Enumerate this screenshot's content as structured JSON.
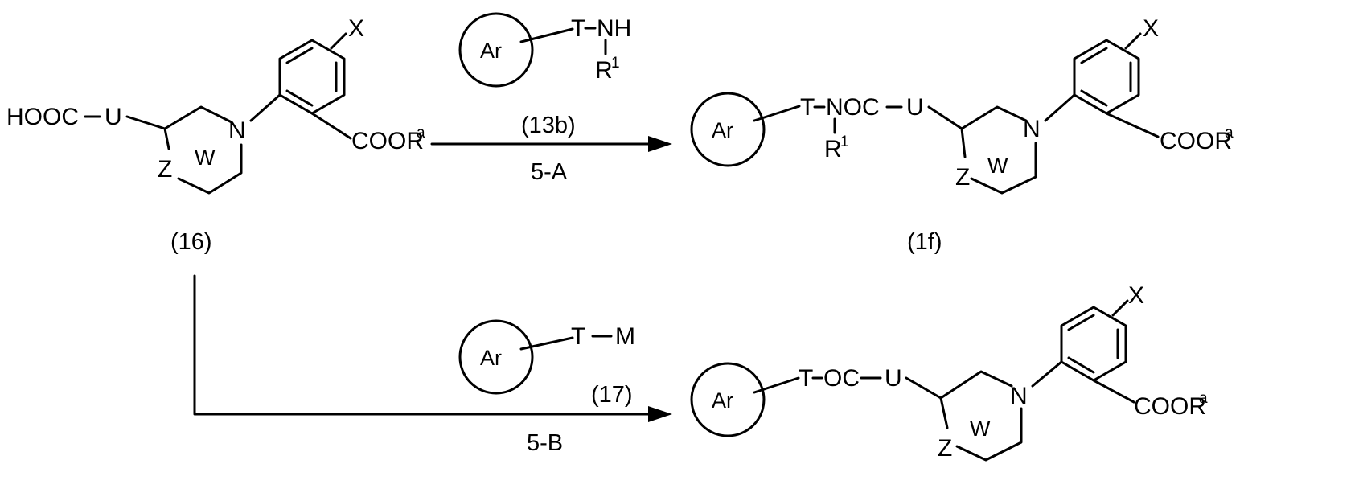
{
  "compound_16": {
    "acid": "HOOC",
    "dash": "–",
    "u": "U",
    "n": "N",
    "z": "Z",
    "w": "W",
    "x": "X",
    "ester": "COOR",
    "ester_sup": "a",
    "label": "(16)"
  },
  "reagent_13b": {
    "ar": "Ar",
    "t": "T",
    "nh": "NH",
    "r": "R",
    "r_sup": "1",
    "label": "(13b)",
    "step": "5-A"
  },
  "product_1f": {
    "ar": "Ar",
    "t": "T",
    "noc": "NOC",
    "r": "R",
    "r_sup": "1",
    "u": "U",
    "n": "N",
    "z": "Z",
    "w": "W",
    "x": "X",
    "ester": "COOR",
    "ester_sup": "a",
    "label": "(1f)"
  },
  "reagent_17": {
    "ar": "Ar",
    "t": "T",
    "m": "M",
    "label": "(17)",
    "step": "5-B"
  },
  "product_bottom": {
    "ar": "Ar",
    "t": "T",
    "oc": "OC",
    "u": "U",
    "n": "N",
    "z": "Z",
    "w": "W",
    "x": "X",
    "ester": "COOR",
    "ester_sup": "a"
  }
}
